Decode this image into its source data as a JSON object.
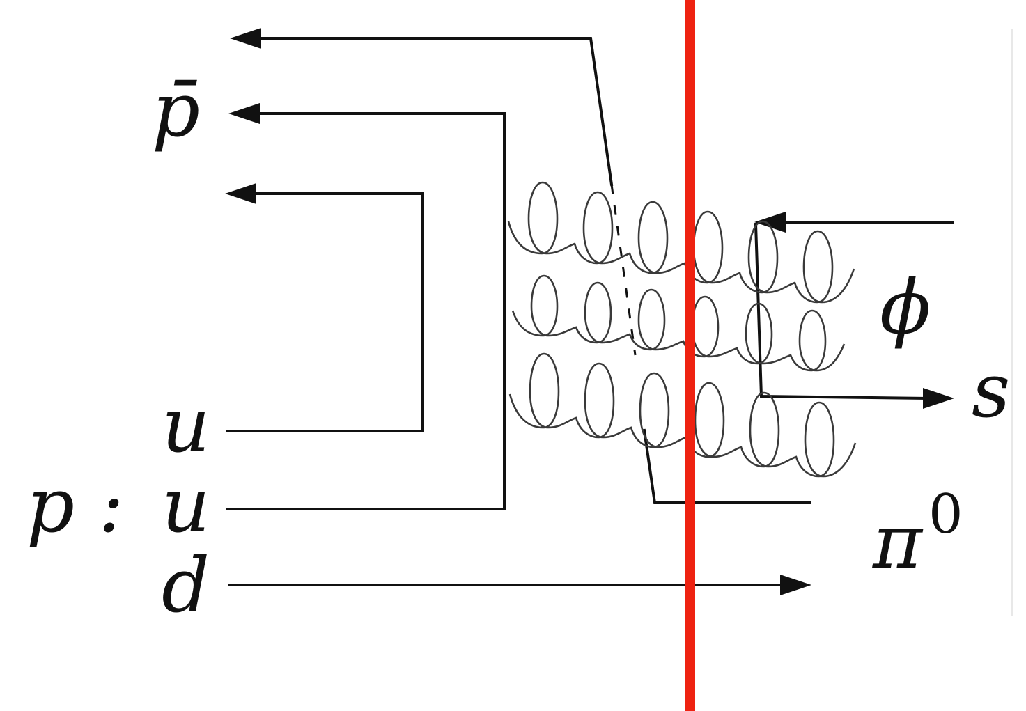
{
  "diagram": {
    "labels": {
      "pbar": "p̄",
      "p_colon": "p :",
      "u_top": "u",
      "u_mid": "u",
      "d": "d",
      "phi": "ϕ",
      "s": "s",
      "pi": "π",
      "pi_superscript": "0"
    },
    "colors": {
      "line": "#111111",
      "gluon": "#3a3a3a",
      "cut_line": "#ee2211",
      "background": "#ffffff"
    }
  }
}
